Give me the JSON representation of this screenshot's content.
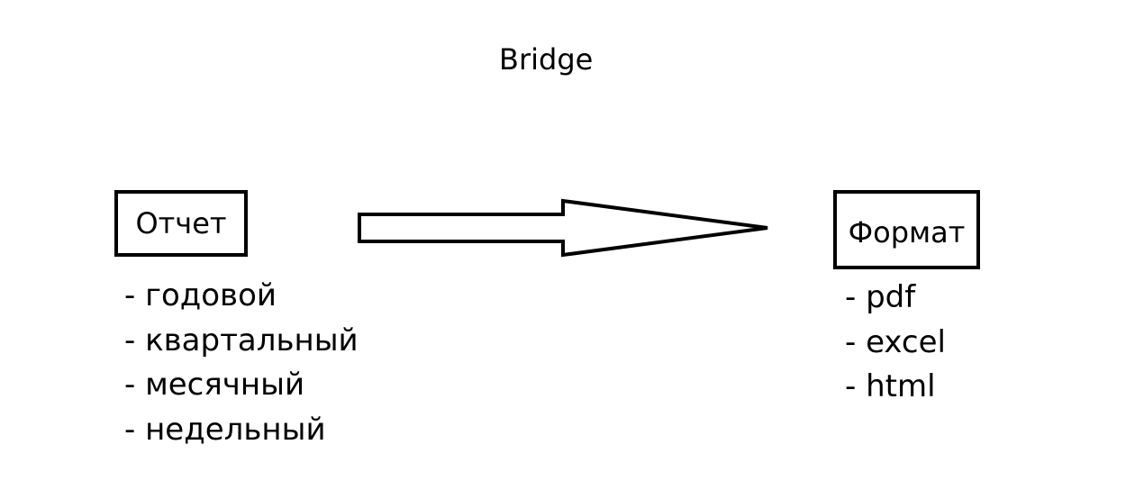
{
  "diagram": {
    "title": "Bridge",
    "source_box": {
      "label": "Отчет",
      "items": [
        "- годовой",
        "- квартальный",
        "- месячный",
        "- недельный"
      ]
    },
    "target_box": {
      "label": "Формат",
      "items": [
        "- pdf",
        "- excel",
        "- html"
      ]
    },
    "connector": {
      "type": "hollow-block-arrow",
      "direction": "right",
      "stroke": "#000000",
      "fill": "#ffffff"
    }
  }
}
